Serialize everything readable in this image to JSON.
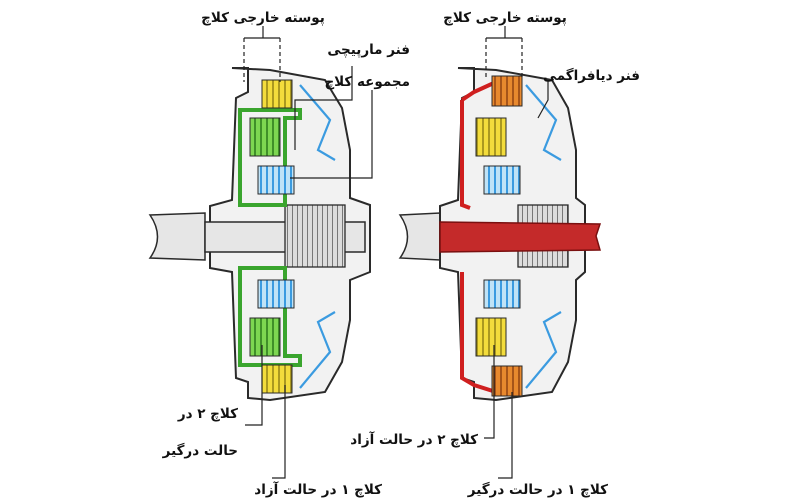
{
  "colors": {
    "outline": "#2a2a2a",
    "housing": "#f2f2f2",
    "shaft": "#e6e6e6",
    "engaged_green": "#3aa52e",
    "green_plate": "#7dd651",
    "yellow_plate": "#f3dc3c",
    "orange_plate": "#e8892e",
    "spring_blue": "#3b9be0",
    "red_path": "#cf1f1f",
    "red_shaft": "#c42a2a"
  },
  "left_diagram": {
    "outer_housing": "پوسته خارجی کلاچ",
    "coil_spring": "فنر مارپیچی",
    "clutch_assembly": "مجموعه کلاچ",
    "clutch2_line1": "کلاچ ۲ در",
    "clutch2_line2": "حالت درگیر",
    "clutch1_free": "کلاچ ۱ در حالت آزاد"
  },
  "right_diagram": {
    "outer_housing": "پوسته خارجی کلاچ",
    "diaphragm_spring": "فنر دیافراگمی",
    "clutch2_free": "کلاچ ۲ در حالت آزاد",
    "clutch1_engaged": "کلاچ ۱ در حالت درگیر"
  }
}
